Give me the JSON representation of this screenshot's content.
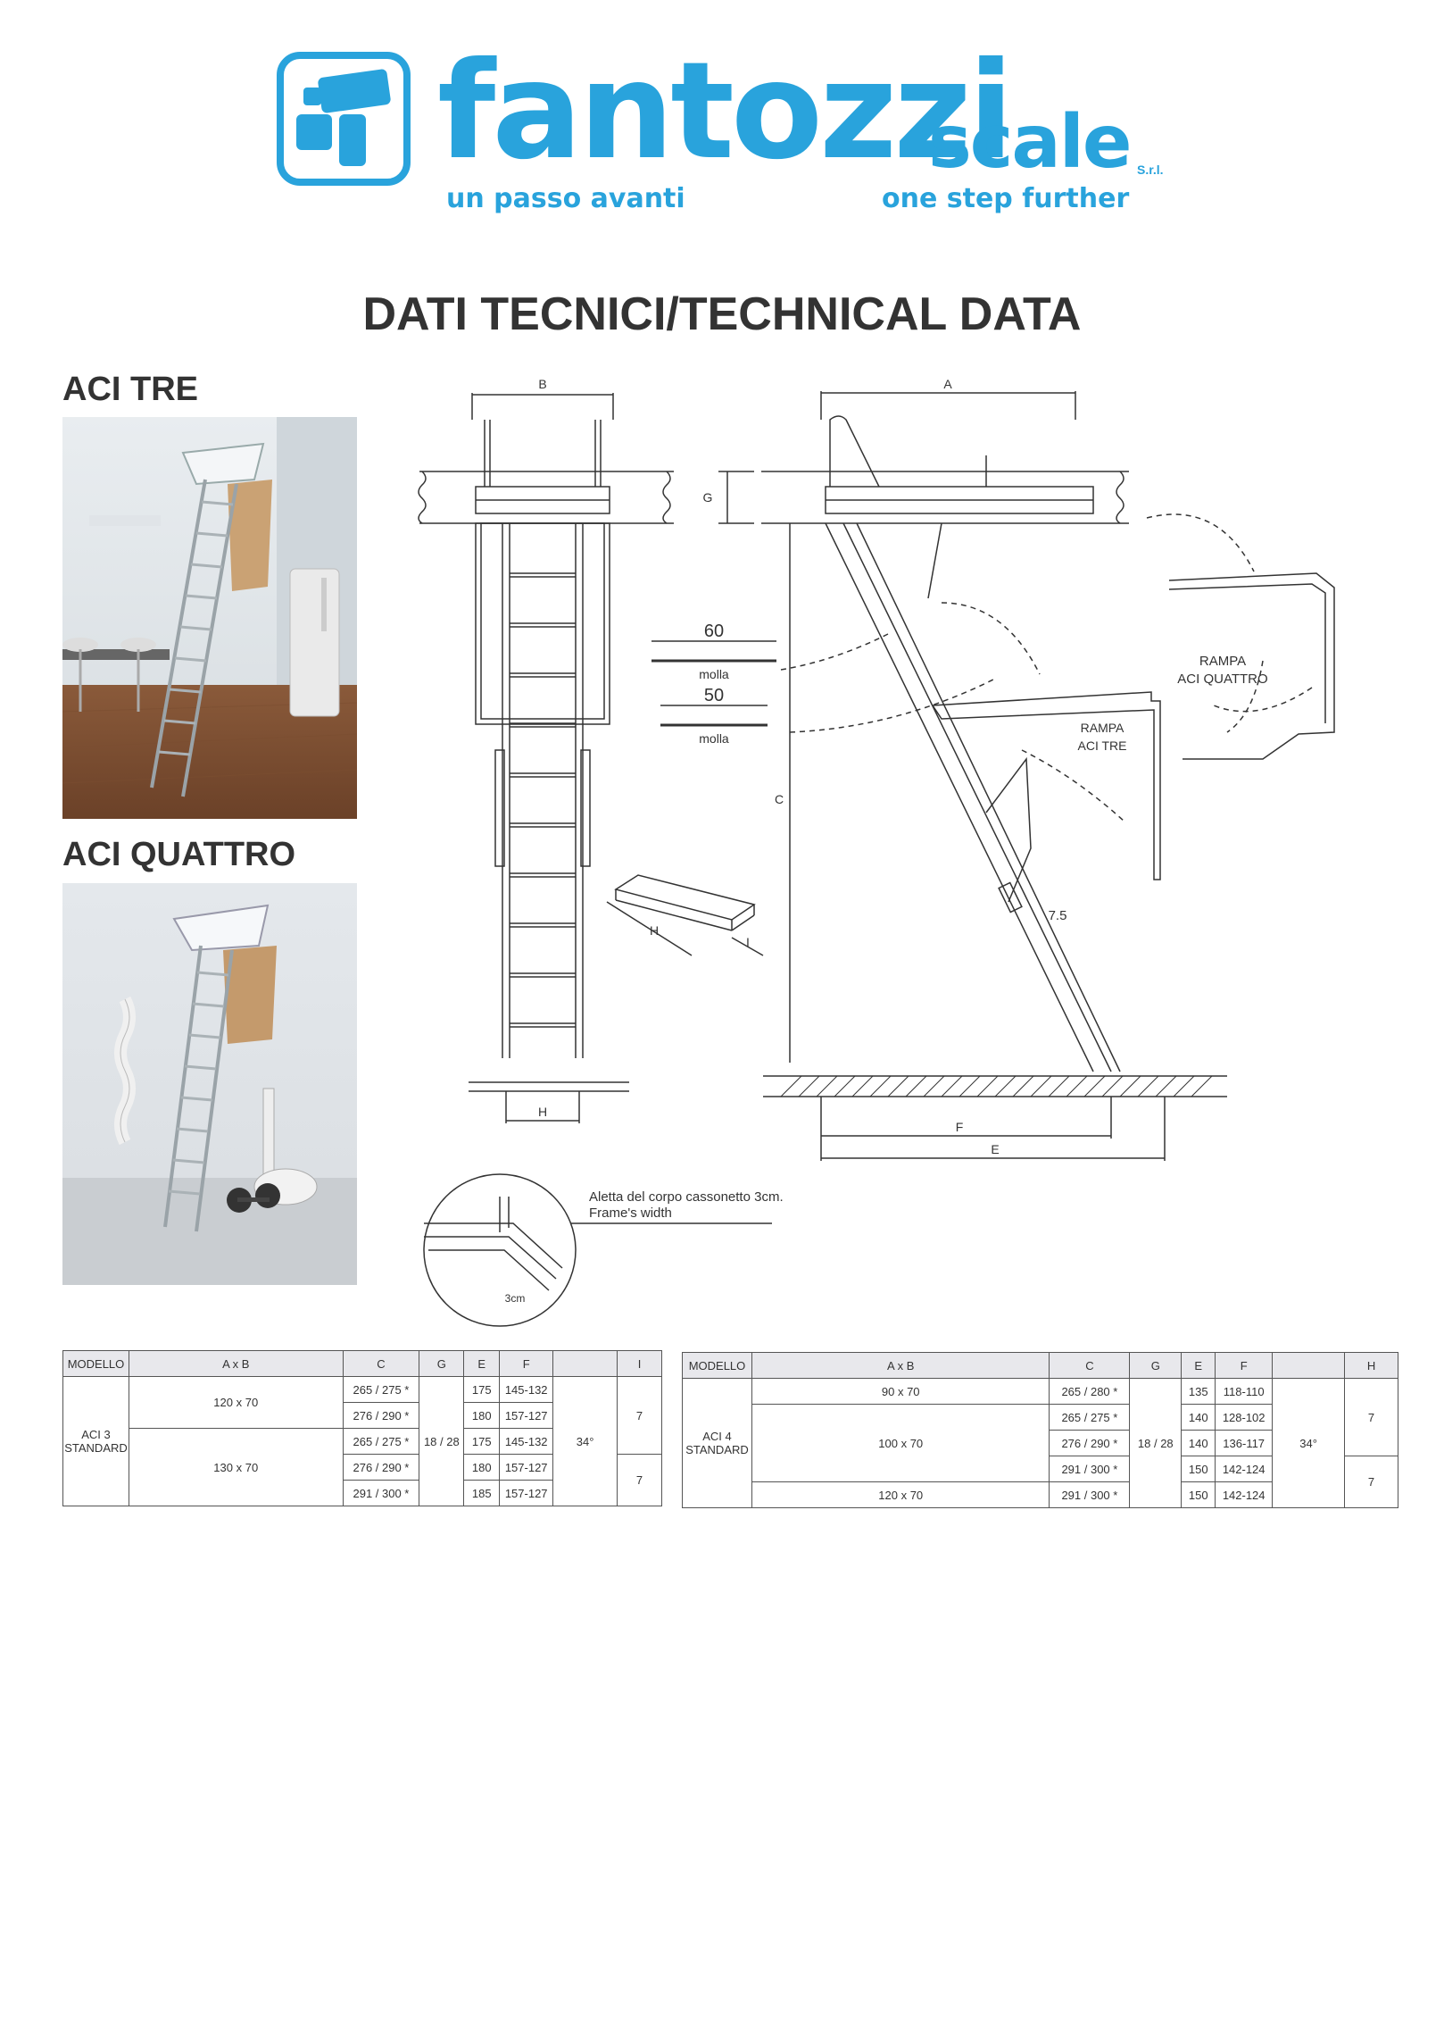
{
  "header": {
    "brand_name": "fantozzi",
    "brand_suffix": "scale",
    "brand_srl": "S.r.l.",
    "slogan_it": "un passo avanti",
    "slogan_en": "one step further",
    "brand_color": "#29a3dc"
  },
  "page_title": "DATI TECNICI/TECHNICAL DATA",
  "models": {
    "aci_tre": "ACI TRE",
    "aci_quattro": "ACI QUATTRO"
  },
  "drawing": {
    "dim_a": "A",
    "dim_b": "B",
    "dim_c": "C",
    "dim_e": "E",
    "dim_f": "F",
    "dim_g": "G",
    "dim_h_front": "H",
    "dim_h_step": "H",
    "dim_i_step": "I",
    "spring_60": "60",
    "spring_50": "50",
    "molla_1": "molla",
    "molla_2": "molla",
    "rampa_tre_1": "RAMPA",
    "rampa_tre_2": "ACI TRE",
    "rampa_quattro_1": "RAMPA",
    "rampa_quattro_2": "ACI QUATTRO",
    "step_thickness": "7.5",
    "frame_note_it": "Aletta del corpo cassonetto 3cm.",
    "frame_note_en": "Frame's width",
    "frame_dim": "3cm"
  },
  "table_aci3": {
    "headers": [
      "MODELLO",
      "A x B",
      "C",
      "G",
      "E",
      "F",
      "",
      "I"
    ],
    "model": [
      "ACI 3",
      "STANDARD"
    ],
    "groups": [
      {
        "size": "120 x 70",
        "rows": [
          {
            "c": "265 / 275 *",
            "e": "175",
            "f": "145-132"
          },
          {
            "c": "276 / 290 *",
            "e": "180",
            "f": "157-127"
          }
        ]
      },
      {
        "size": "130 x 70",
        "rows": [
          {
            "c": "265 / 275 *",
            "e": "175",
            "f": "145-132"
          },
          {
            "c": "276 / 290 *",
            "e": "180",
            "f": "157-127"
          },
          {
            "c": "291 / 300 *",
            "e": "185",
            "f": "157-127"
          }
        ]
      }
    ],
    "g": "18 / 28",
    "angle": "34°",
    "i1": "7",
    "i2": "7"
  },
  "table_aci4": {
    "headers": [
      "MODELLO",
      "A x B",
      "C",
      "G",
      "E",
      "F",
      "",
      "H"
    ],
    "model": [
      "ACI 4",
      "STANDARD"
    ],
    "groups": [
      {
        "size": "90 x 70",
        "rows": [
          {
            "c": "265 / 280 *",
            "e": "135",
            "f": "118-110"
          }
        ]
      },
      {
        "size": "100 x 70",
        "rows": [
          {
            "c": "265 / 275 *",
            "e": "140",
            "f": "128-102"
          },
          {
            "c": "276 / 290 *",
            "e": "140",
            "f": "136-117"
          },
          {
            "c": "291 / 300 *",
            "e": "150",
            "f": "142-124"
          }
        ]
      },
      {
        "size": "120 x 70",
        "rows": [
          {
            "c": "291 / 300 *",
            "e": "150",
            "f": "142-124"
          }
        ]
      }
    ],
    "g": "18 / 28",
    "angle": "34°",
    "h1": "7",
    "h2": "7"
  }
}
